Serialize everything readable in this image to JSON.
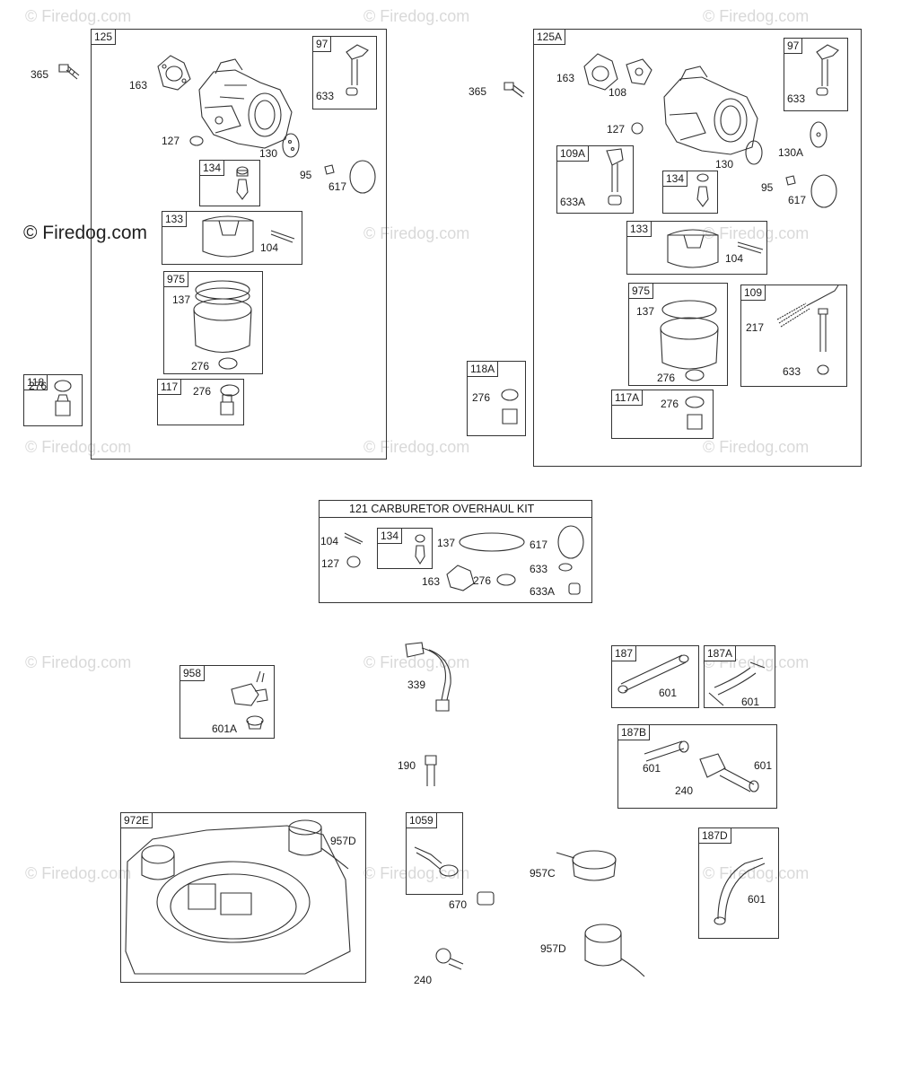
{
  "watermark": "© Firedog.com",
  "colors": {
    "line": "#333333",
    "watermark": "#d9d9d9"
  },
  "groups": {
    "g125": {
      "tag": "125",
      "tag97": "97",
      "tag134": "134",
      "tag133": "133",
      "tag975": "975",
      "tag117": "117"
    },
    "g125a": {
      "tag": "125A",
      "tag97": "97",
      "tag109a": "109A",
      "tag134": "134",
      "tag133": "133",
      "tag975": "975",
      "tag109": "109",
      "tag117a": "117A"
    },
    "g118": {
      "tag": "118"
    },
    "g118a": {
      "tag": "118A"
    },
    "kit": {
      "title": "121 CARBURETOR OVERHAUL KIT",
      "tag134": "134"
    },
    "g958": {
      "tag": "958"
    },
    "g187": {
      "tag": "187"
    },
    "g187a": {
      "tag": "187A"
    },
    "g187b": {
      "tag": "187B"
    },
    "g187d": {
      "tag": "187D"
    },
    "g972e": {
      "tag": "972E"
    },
    "g1059": {
      "tag": "1059"
    }
  },
  "labels": {
    "l365a": "365",
    "l163a": "163",
    "l127a": "127",
    "l130a": "130",
    "l633a": "633",
    "l95a": "95",
    "l617a": "617",
    "l104a": "104",
    "l137a": "137",
    "l276a": "276",
    "l276b": "276",
    "l276c": "276",
    "l365b": "365",
    "l163b": "163",
    "l108b": "108",
    "l127b": "127",
    "l633b": "633",
    "l633Ab": "633A",
    "l130b": "130",
    "l130Ab": "130A",
    "l95b": "95",
    "l617b": "617",
    "l104b": "104",
    "l137b": "137",
    "l276d": "276",
    "l217b": "217",
    "l633c": "633",
    "l276e": "276",
    "l276f": "276",
    "k104": "104",
    "k127": "127",
    "k137": "137",
    "k617": "617",
    "k633": "633",
    "k163": "163",
    "k276": "276",
    "k633A": "633A",
    "l601A": "601A",
    "l339": "339",
    "l601a": "601",
    "l601b": "601",
    "l601c": "601",
    "l601d": "601",
    "l240a": "240",
    "l190": "190",
    "l957D1": "957D",
    "l670": "670",
    "l957C": "957C",
    "l957D2": "957D",
    "l240b": "240",
    "l601e": "601"
  }
}
